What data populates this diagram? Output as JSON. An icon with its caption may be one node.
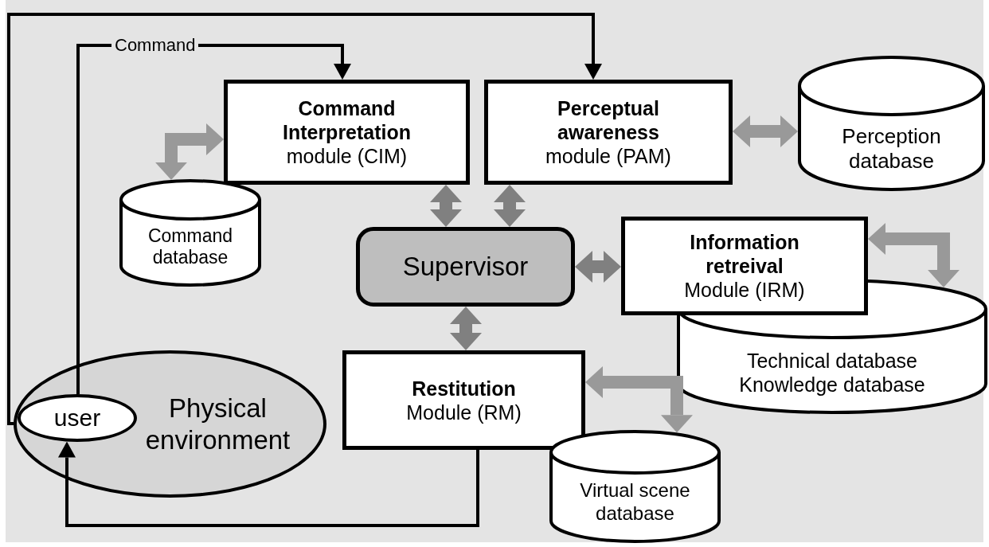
{
  "diagram": {
    "nodes": [
      {
        "text": [
          "Command Interpretation",
          "module (CIM)"
        ]
      },
      {
        "text": [
          "Perceptual awareness",
          "module (PAM)"
        ]
      },
      {
        "text": [
          "Perception database"
        ]
      },
      {
        "text": [
          "Command database"
        ]
      },
      {
        "text": [
          "Supervisor"
        ]
      },
      {
        "text": [
          "Information retreival",
          "Module (IRM)"
        ]
      },
      {
        "text": [
          "Technical database Knowledge database"
        ]
      },
      {
        "text": [
          "Restitution",
          "Module (RM)"
        ]
      },
      {
        "text": [
          "Virtual scene database"
        ]
      },
      {
        "text": [
          "Physical environment"
        ]
      },
      {
        "text": [
          "user"
        ],
        "in": 9
      }
    ],
    "edges": [
      {
        "from": 10,
        "to": 0,
        "arrow": "to",
        "label": "Command",
        "color": "#000000"
      },
      {
        "from": 9,
        "to": 1,
        "arrow": "to",
        "color": "#000000"
      },
      {
        "from": 7,
        "to": 10,
        "arrow": "to",
        "color": "#000000"
      },
      {
        "from": 4,
        "to": 0,
        "arrow": "both",
        "color": "#808080"
      },
      {
        "from": 4,
        "to": 1,
        "arrow": "both",
        "color": "#808080"
      },
      {
        "from": 4,
        "to": 5,
        "arrow": "both",
        "color": "#808080"
      },
      {
        "from": 4,
        "to": 7,
        "arrow": "both",
        "color": "#808080"
      },
      {
        "from": 1,
        "to": 2,
        "arrow": "both",
        "color": "#999999"
      },
      {
        "from": 0,
        "to": 3,
        "arrow": "both",
        "color": "#999999"
      },
      {
        "from": 5,
        "to": 6,
        "arrow": "both",
        "color": "#999999"
      },
      {
        "from": 7,
        "to": 8,
        "arrow": "both",
        "color": "#999999"
      }
    ]
  }
}
